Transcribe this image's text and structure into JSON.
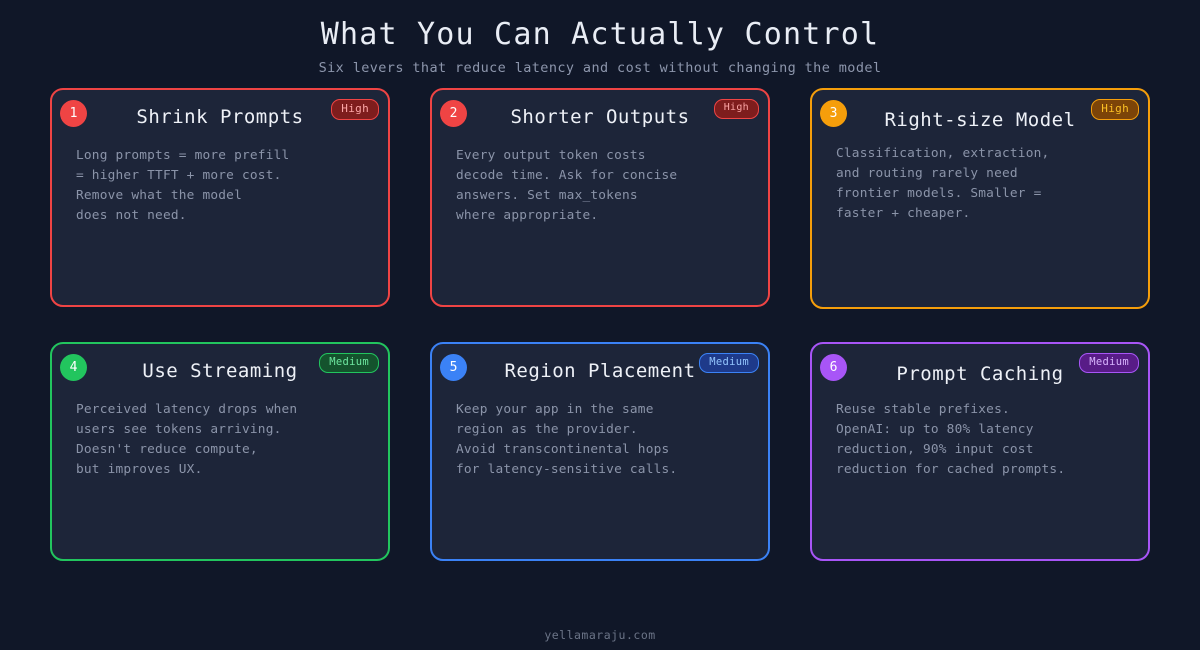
{
  "header": {
    "title": "What You Can Actually Control",
    "subtitle": "Six levers that reduce latency and cost without changing the model"
  },
  "cards": [
    {
      "number": "1",
      "title": "Shrink Prompts",
      "badge": "High",
      "accent": "#ef4444",
      "body": "Long prompts = more prefill\n= higher TTFT + more cost.\nRemove what the model\ndoes not need."
    },
    {
      "number": "2",
      "title": "Shorter Outputs",
      "badge": "High",
      "accent": "#ef4444",
      "body": "Every output token costs\ndecode time.  Ask for concise\nanswers.  Set max_tokens\nwhere appropriate."
    },
    {
      "number": "3",
      "title": "Right-size Model",
      "badge": "High",
      "accent": "#f59e0b",
      "body": "Classification, extraction,\nand routing rarely need\nfrontier models. Smaller =\nfaster + cheaper."
    },
    {
      "number": "4",
      "title": "Use Streaming",
      "badge": "Medium",
      "accent": "#22c55e",
      "body": "Perceived latency drops when\nusers see tokens arriving.\nDoesn't reduce compute,\nbut improves UX."
    },
    {
      "number": "5",
      "title": "Region Placement",
      "badge": "Medium",
      "accent": "#3b82f6",
      "body": "Keep your app in the same\nregion as the provider.\nAvoid transcontinental hops\nfor latency-sensitive calls."
    },
    {
      "number": "6",
      "title": "Prompt Caching",
      "badge": "Medium",
      "accent": "#a855f7",
      "body": "Reuse stable prefixes.\nOpenAI: up to 80% latency\nreduction, 90% input cost\nreduction for cached prompts."
    }
  ],
  "footer": {
    "text": "yellamaraju.com"
  },
  "colors": {
    "page_background": "#101728",
    "card_background": "#1d2539",
    "title_text": "#e9edf5",
    "subtitle_text": "#8d96ac",
    "body_text": "#8b94a9",
    "footer_text": "#6b7487"
  }
}
